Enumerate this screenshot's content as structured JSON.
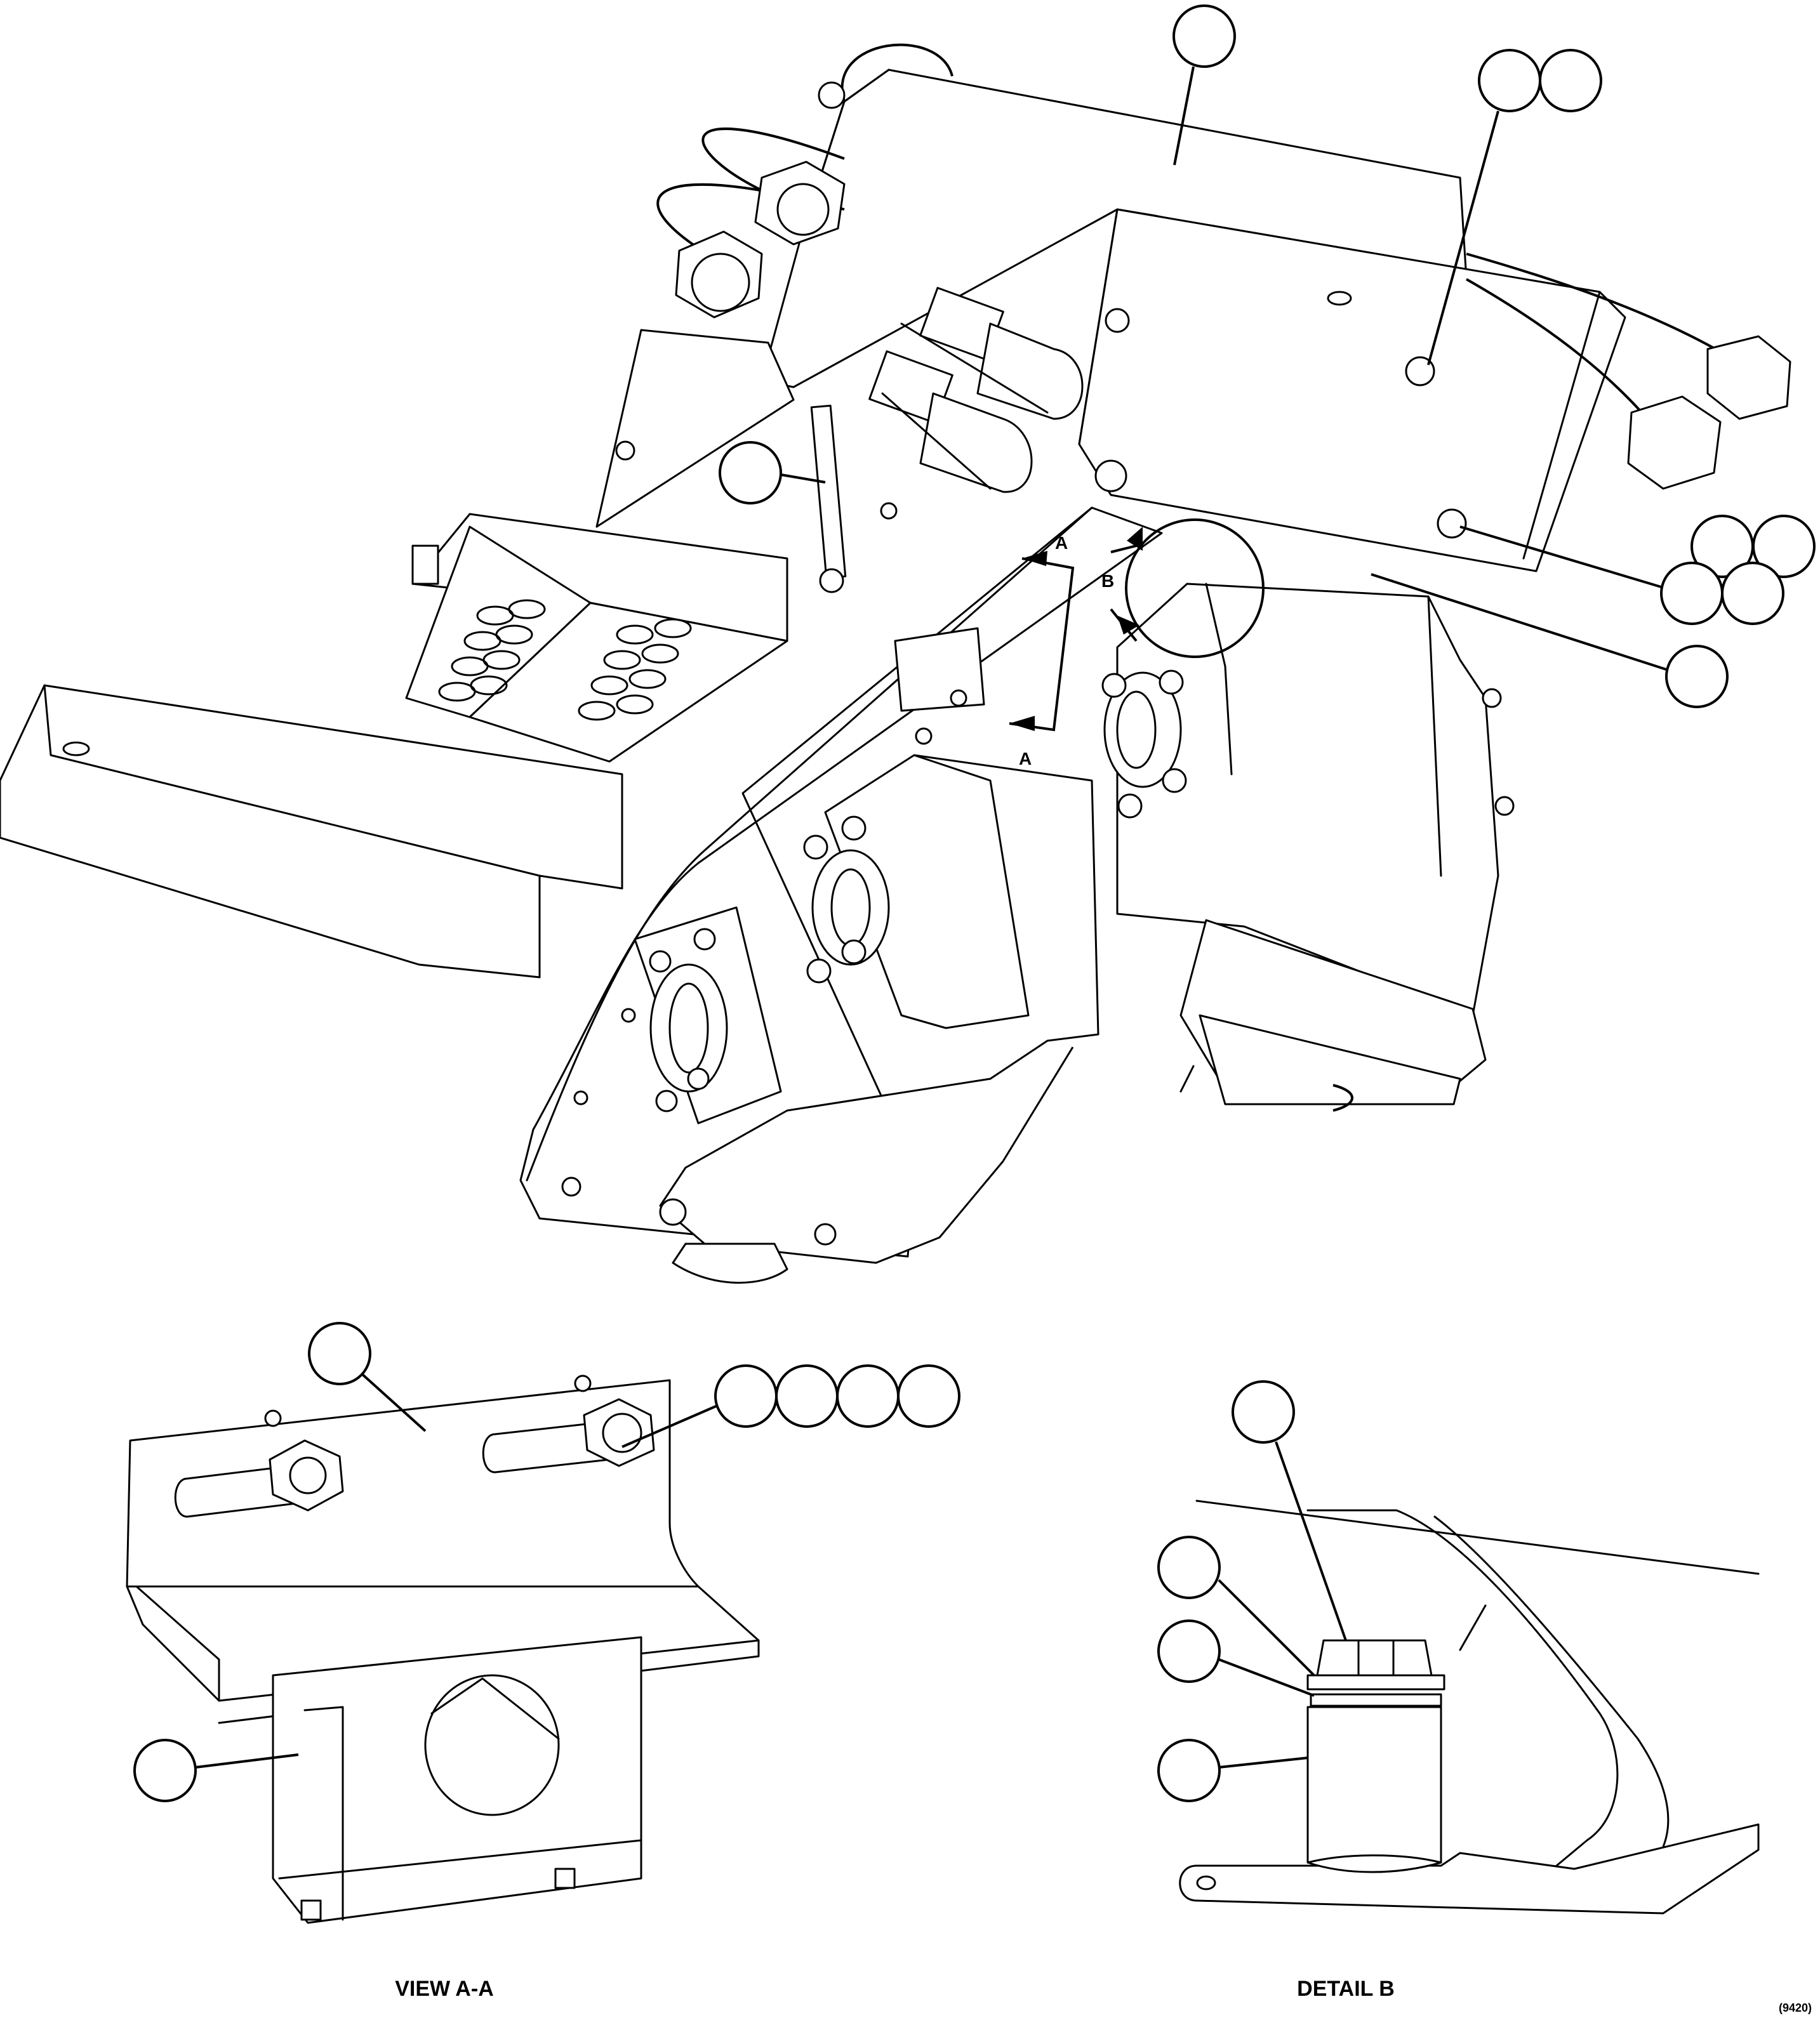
{
  "labels": {
    "section_a_top": "A",
    "section_a_bottom": "A",
    "detail_b": "B"
  },
  "captions": {
    "view_a": "VIEW A-A",
    "detail_b": "DETAIL B",
    "figure_id": "(9420)"
  }
}
